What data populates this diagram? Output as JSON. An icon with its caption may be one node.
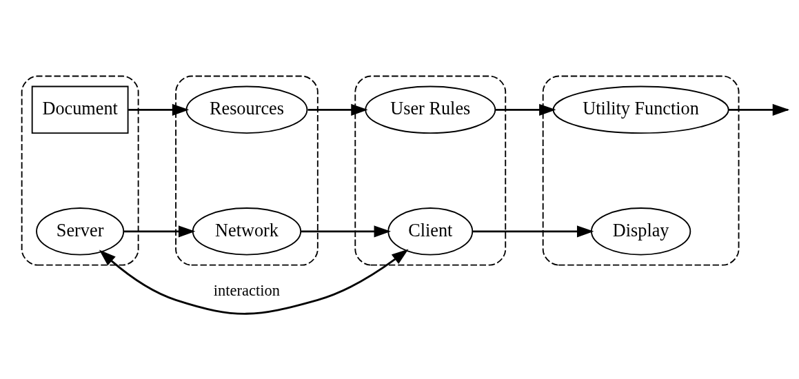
{
  "diagram": {
    "nodes": [
      {
        "text": [],
        "shape": "ellipse"
      },
      {
        "text": [
          "Server"
        ],
        "in": 0
      },
      {
        "text": [
          "Document"
        ],
        "in": 0
      },
      {
        "text": [],
        "shape": "ellipse"
      },
      {
        "text": [
          "Network"
        ],
        "in": 3
      },
      {
        "text": [
          "Resources"
        ],
        "in": 3
      },
      {
        "text": [],
        "shape": "ellipse"
      },
      {
        "text": [
          "Client"
        ],
        "in": 6
      },
      {
        "text": [
          "User Rules"
        ],
        "in": 6
      },
      {
        "text": [],
        "shape": "ellipse"
      },
      {
        "text": [
          "Display"
        ],
        "in": 9
      },
      {
        "text": [
          "Utility Function"
        ],
        "in": 9
      }
    ],
    "edges": [
      {
        "from": 7,
        "to": 1,
        "arrow": "both",
        "label": "interaction"
      },
      {
        "from": 1,
        "to": 4,
        "arrow": "to"
      },
      {
        "from": 4,
        "to": 7,
        "arrow": "to"
      },
      {
        "from": 7,
        "to": 10,
        "arrow": "to"
      },
      {
        "from": 2,
        "to": 5,
        "arrow": "to"
      },
      {
        "from": 5,
        "to": 8,
        "arrow": "to"
      },
      {
        "from": 8,
        "to": 11,
        "arrow": "to"
      },
      {
        "from": 11,
        "to": null,
        "arrow": "to"
      }
    ]
  }
}
